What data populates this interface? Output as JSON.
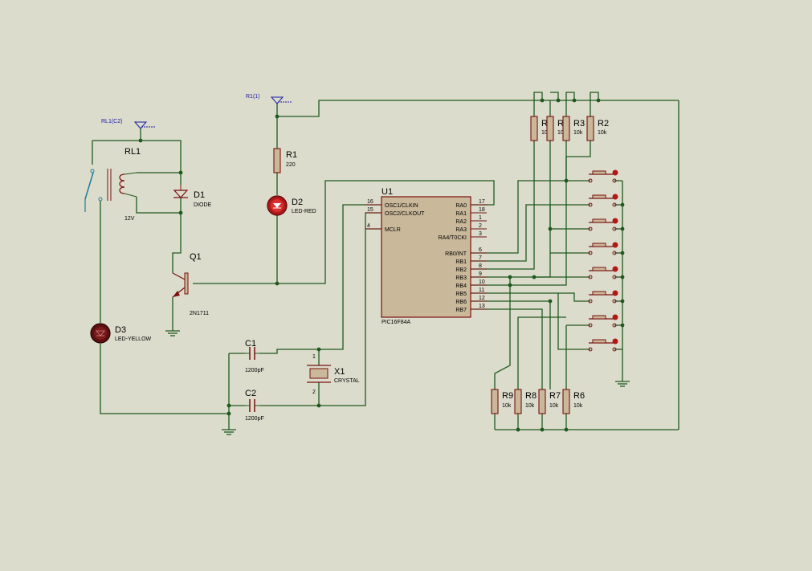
{
  "colors": {
    "background": "#dcdccc",
    "wire": "#1f5a1f",
    "component": "#7a1010",
    "label_blue": "#1a1aa8"
  },
  "terminals": {
    "rl1": "RL1(C2)",
    "r1": "R1(1)"
  },
  "relay": {
    "ref": "RL1",
    "value": "12V"
  },
  "diode": {
    "ref": "D1",
    "value": "DIODE"
  },
  "transistor": {
    "ref": "Q1",
    "value": "2N1711"
  },
  "led_red": {
    "ref": "D2",
    "value": "LED-RED"
  },
  "led_yellow": {
    "ref": "D3",
    "value": "LED-YELLOW"
  },
  "r1": {
    "ref": "R1",
    "value": "220"
  },
  "c1": {
    "ref": "C1",
    "value": "1200pF"
  },
  "c2": {
    "ref": "C2",
    "value": "1200pF"
  },
  "crystal": {
    "ref": "X1",
    "value": "CRYSTAL",
    "pin1": "1",
    "pin2": "2"
  },
  "mcu": {
    "ref": "U1",
    "value": "PIC16F84A",
    "left_pins": [
      {
        "name": "OSC1/CLKIN",
        "num": "16"
      },
      {
        "name": "OSC2/CLKOUT",
        "num": "15"
      },
      {
        "name": "MCLR",
        "num": "4"
      }
    ],
    "right_pins": [
      {
        "name": "RA0",
        "num": "17"
      },
      {
        "name": "RA1",
        "num": "18"
      },
      {
        "name": "RA2",
        "num": "1"
      },
      {
        "name": "RA3",
        "num": "2"
      },
      {
        "name": "RA4/T0CKI",
        "num": "3"
      },
      {
        "name": "RB0/INT",
        "num": "6"
      },
      {
        "name": "RB1",
        "num": "7"
      },
      {
        "name": "RB2",
        "num": "8"
      },
      {
        "name": "RB3",
        "num": "9"
      },
      {
        "name": "RB4",
        "num": "10"
      },
      {
        "name": "RB5",
        "num": "11"
      },
      {
        "name": "RB6",
        "num": "12"
      },
      {
        "name": "RB7",
        "num": "13"
      }
    ]
  },
  "top_resistors": [
    {
      "ref": "R5",
      "value": "10k"
    },
    {
      "ref": "R4",
      "value": "10k"
    },
    {
      "ref": "R3",
      "value": "10k"
    },
    {
      "ref": "R2",
      "value": "10k"
    }
  ],
  "bottom_resistors": [
    {
      "ref": "R9",
      "value": "10k"
    },
    {
      "ref": "R8",
      "value": "10k"
    },
    {
      "ref": "R7",
      "value": "10k"
    },
    {
      "ref": "R6",
      "value": "10k"
    }
  ]
}
